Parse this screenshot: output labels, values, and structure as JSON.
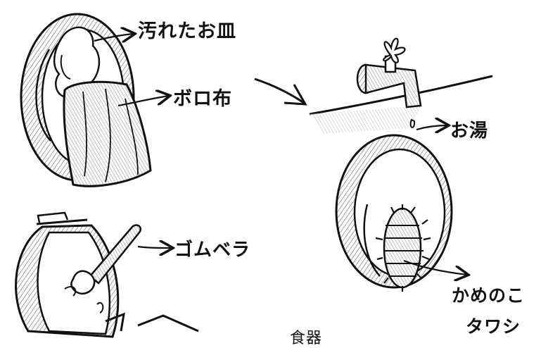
{
  "labels": {
    "dirty_plate": "汚れたお皿",
    "rag": "ボロ布",
    "hot_water": "お湯",
    "rubber_spatula": "ゴムベラ",
    "scrubbing_brush_line1": "かめのこ",
    "scrubbing_brush_line2": "タワシ",
    "cut_off_text": "食器"
  },
  "colors": {
    "ink": "#111111",
    "shading": "#9a9a9a",
    "background": "#ffffff"
  },
  "icons": [
    "dirty-plate-icon",
    "rag-icon",
    "faucet-icon",
    "water-drop-icon",
    "bowl-icon",
    "scrubbing-brush-icon",
    "rubber-spatula-icon",
    "pot-icon"
  ]
}
